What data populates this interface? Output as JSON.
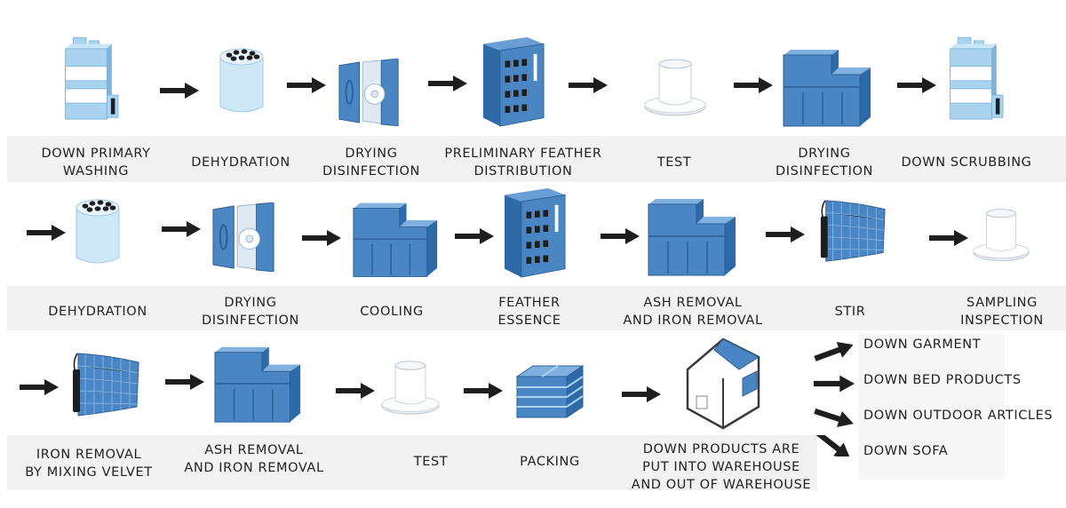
{
  "steps": [
    {
      "line1": "DOWN PRIMARY",
      "line2": "WASHING",
      "icon": "washing-tower-icon"
    },
    {
      "line1": "DEHYDRATION",
      "line2": "",
      "icon": "dehydrator-icon"
    },
    {
      "line1": "DRYING",
      "line2": "DISINFECTION",
      "icon": "drying-disinfection-icon"
    },
    {
      "line1": "PRELIMINARY FEATHER",
      "line2": "DISTRIBUTION",
      "icon": "feather-distribution-building-icon"
    },
    {
      "line1": "TEST",
      "line2": "",
      "icon": "test-beaker-icon"
    },
    {
      "line1": "DRYING",
      "line2": "DISINFECTION",
      "icon": "factory-block-icon"
    },
    {
      "line1": "DOWN SCRUBBING",
      "line2": "",
      "icon": "washing-tower-icon"
    },
    {
      "line1": "DEHYDRATION",
      "line2": "",
      "icon": "dehydrator-icon"
    },
    {
      "line1": "DRYING",
      "line2": "DISINFECTION",
      "icon": "drying-disinfection-icon"
    },
    {
      "line1": "COOLING",
      "line2": "",
      "icon": "factory-block-icon"
    },
    {
      "line1": "FEATHER",
      "line2": "ESSENCE",
      "icon": "feather-distribution-building-icon"
    },
    {
      "line1": "ASH REMOVAL",
      "line2": "AND IRON REMOVAL",
      "icon": "factory-block-icon"
    },
    {
      "line1": "STIR",
      "line2": "",
      "icon": "stir-panel-icon"
    },
    {
      "line1": "SAMPLING",
      "line2": "INSPECTION",
      "icon": "test-beaker-icon"
    },
    {
      "line1": "IRON REMOVAL",
      "line2": "BY MIXING VELVET",
      "icon": "stir-panel-icon"
    },
    {
      "line1": "ASH REMOVAL",
      "line2": "AND IRON REMOVAL",
      "icon": "factory-block-icon"
    },
    {
      "line1": "TEST",
      "line2": "",
      "icon": "test-beaker-icon"
    },
    {
      "line1": "PACKING",
      "line2": "",
      "icon": "packing-box-icon"
    },
    {
      "line1": "DOWN PRODUCTS ARE",
      "line2": "PUT INTO WAREHOUSE",
      "line3": "AND OUT OF WAREHOUSE",
      "icon": "warehouse-house-icon"
    }
  ],
  "outputs": [
    "DOWN GARMENT",
    "DOWN BED PRODUCTS",
    "DOWN OUTDOOR ARTICLES",
    "DOWN SOFA"
  ],
  "colors": {
    "blue": "#3f79b8",
    "light_blue": "#a9d3ef",
    "arrow": "#1e1e1e"
  }
}
